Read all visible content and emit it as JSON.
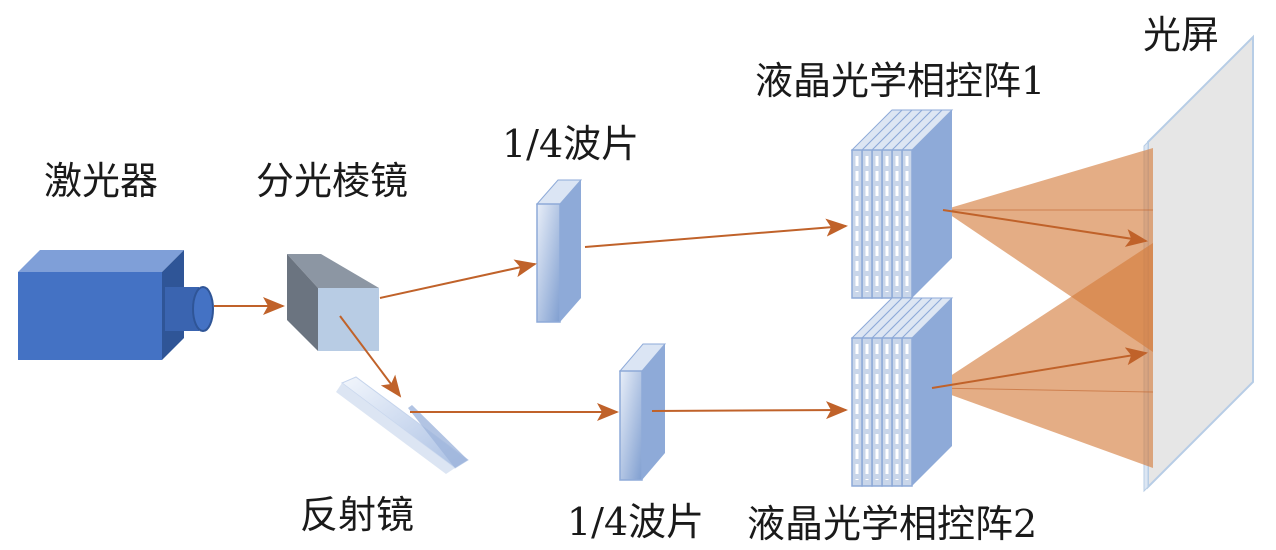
{
  "labels": {
    "laser": "激光器",
    "beam_splitter": "分光棱镜",
    "quarter_wave_plate_top": "1/4波片",
    "quarter_wave_plate_bottom": "1/4波片",
    "mirror": "反射镜",
    "lc_opa_1": "液晶光学相控阵1",
    "lc_opa_2": "液晶光学相控阵2",
    "screen": "光屏"
  },
  "colors": {
    "beam": "#c0622a",
    "projection_fill": "#d47a3a",
    "laser_body": "#4472c4",
    "laser_top": "#7f9fd8",
    "laser_side": "#2f5597",
    "prism_front": "#b8cce4",
    "prism_dark": "#6b7480",
    "plate": "#8eaad8",
    "screen": "#e6e6e6",
    "screen_edge": "#b7cde6"
  }
}
